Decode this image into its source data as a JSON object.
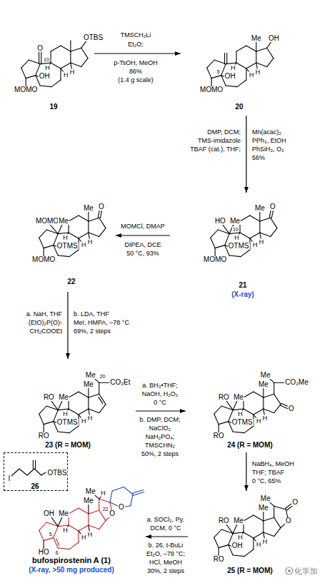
{
  "diagram": {
    "nodes": [
      {
        "text": [
          "19"
        ]
      },
      {
        "text": [
          "20"
        ]
      },
      {
        "text": [
          "21",
          "(X-ray)"
        ]
      },
      {
        "text": [
          "22"
        ]
      },
      {
        "text": [
          "23 (R = MOM)"
        ]
      },
      {
        "text": [
          "24 (R = MOM)"
        ]
      },
      {
        "text": [
          "25 (R = MOM)"
        ]
      },
      {
        "text": [
          "bufospirostenin A (1)",
          "(X-ray, >50 mg produced)"
        ]
      },
      {
        "text": [
          "I",
          "OTBS",
          "26"
        ]
      }
    ],
    "edges": [
      {
        "from": 0,
        "to": 1,
        "arrow": "to"
      },
      {
        "from": 1,
        "to": 2,
        "arrow": "to"
      },
      {
        "from": 2,
        "to": 3,
        "arrow": "to"
      },
      {
        "from": 3,
        "to": 4,
        "arrow": "to"
      },
      {
        "from": 4,
        "to": 5,
        "arrow": "to"
      },
      {
        "from": 5,
        "to": 6,
        "arrow": "to"
      },
      {
        "from": 6,
        "to": 7,
        "arrow": "to"
      }
    ],
    "labels": [
      "O",
      "10",
      "OTBS",
      "H",
      "H",
      "H",
      "MOMO",
      "OH",
      "TMSCH₂Li",
      "Et₂O;",
      "p-TsOH, MeOH",
      "86%",
      "(1.4 g scale)",
      "Me",
      "OH",
      "H",
      "H",
      "H",
      "5",
      "MOMO",
      "OH",
      "DMP, DCM;",
      "TMS-imidazole",
      "TBAF (cat.), THF;",
      "Mn(acac)₂",
      "PPh₃, EtOH",
      "PhSiH₃, O₂",
      "56%",
      "Me",
      "O",
      "HO",
      "Me",
      "10",
      "H",
      "H",
      "H",
      "MOMO",
      "OTMS",
      "MOMO",
      "Me",
      "Me",
      "O",
      "H",
      "H",
      "H",
      "MOMO",
      "OTMS",
      "MOMCl, DMAP",
      "DIPEA, DCE",
      "50 °C, 93%",
      "a. NaH, THF",
      "(EtO)₂P(O)-",
      "CH₂COOEt",
      "b. LDA, THF",
      "MeI, HMPA, –78 °C",
      "69%, 2 steps",
      "Me",
      "CO₂Et",
      "20",
      "Me",
      "RO",
      "Me",
      "H",
      "H",
      "H",
      "RO",
      "OTMS",
      "a. BH₃•THF;",
      "NaOH, H₂O₂",
      "0 °C",
      "b. DMP, DCM;",
      "NaClO₂",
      "NaH₂PO₄;",
      "TMSCHN₂",
      "50%, 2 steps",
      "Me",
      "CO₂Me",
      "Me",
      "O",
      "RO",
      "Me",
      "H",
      "H",
      "H",
      "RO",
      "OTMS",
      "NaBH₄, MeOH",
      "THF; TBAF",
      "0 °C, 65%",
      "Me",
      "O",
      "O",
      "Me",
      "RO",
      "Me",
      "H",
      "H",
      "H",
      "RO",
      "OH",
      "a. SOCl₂, Py.",
      "DCM, 0 °C",
      "b. 26, t-BuLi",
      "Et₂O, –78 °C;",
      "HCl, MeOH",
      "30%, 2 steps",
      "H",
      "Me",
      "22",
      "O",
      "O",
      "Me",
      "OH",
      "Me",
      "H",
      "H",
      "H",
      "5",
      "6",
      "HO",
      "化学加"
    ]
  }
}
